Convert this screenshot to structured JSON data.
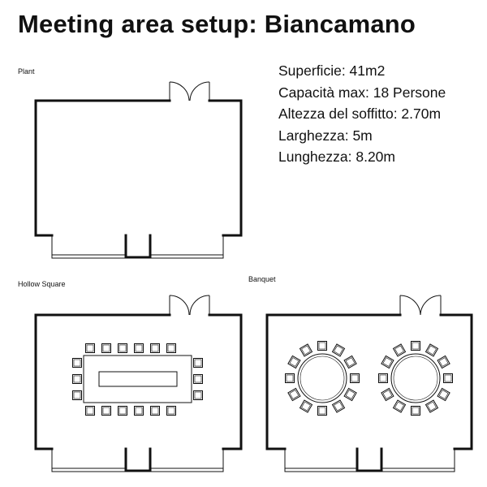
{
  "title": "Meeting area setup: Biancamano",
  "specs": [
    "Superficie: 41m2",
    "Capacità max: 18 Persone",
    "Altezza del soffitto: 2.70m",
    "Larghezza: 5m",
    "Lunghezza: 8.20m"
  ],
  "plans": {
    "plant": "Plant",
    "hollow_square": "Hollow Square",
    "banquet": "Banquet"
  }
}
